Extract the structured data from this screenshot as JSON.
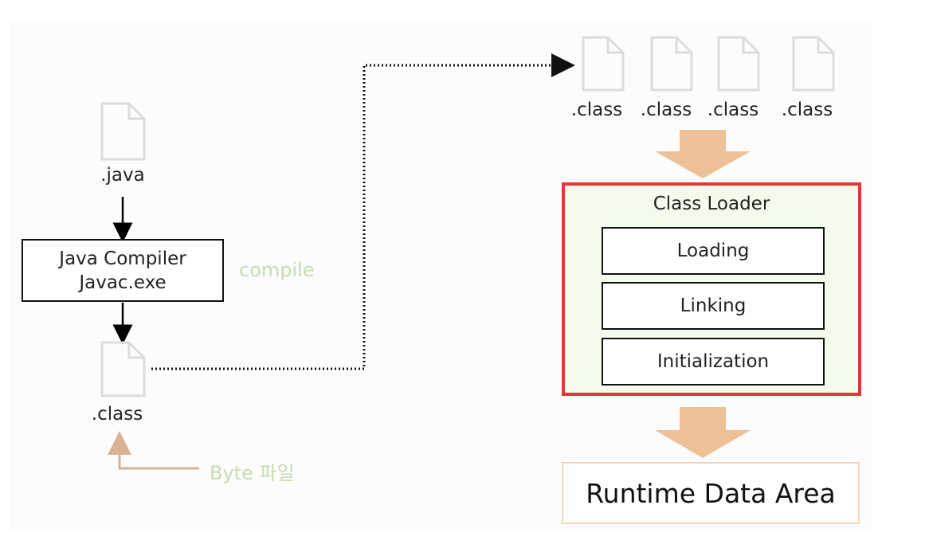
{
  "left": {
    "java_label": ".java",
    "compiler_line1": "Java Compiler",
    "compiler_line2": "Javac.exe",
    "compile_note": "compile",
    "class_label": ".class",
    "byte_note": "Byte 파일"
  },
  "right": {
    "class_files": [
      ".class",
      ".class",
      ".class",
      ".class"
    ],
    "loader_title": "Class Loader",
    "phases": [
      "Loading",
      "Linking",
      "Initialization"
    ],
    "runtime_label": "Runtime Data Area"
  },
  "colors": {
    "file_icon": "#dcdcdc",
    "note_green": "#c5ddb0",
    "arrow_tan": "#eec097",
    "byte_arrow": "#d8b393",
    "loader_border": "#dd3a38",
    "loader_fill": "#f3fbec",
    "runtime_border": "#f1d6bd"
  },
  "icons": [
    "file-icon",
    "arrow-down-icon",
    "dotted-arrow-icon",
    "wide-arrow-icon"
  ]
}
